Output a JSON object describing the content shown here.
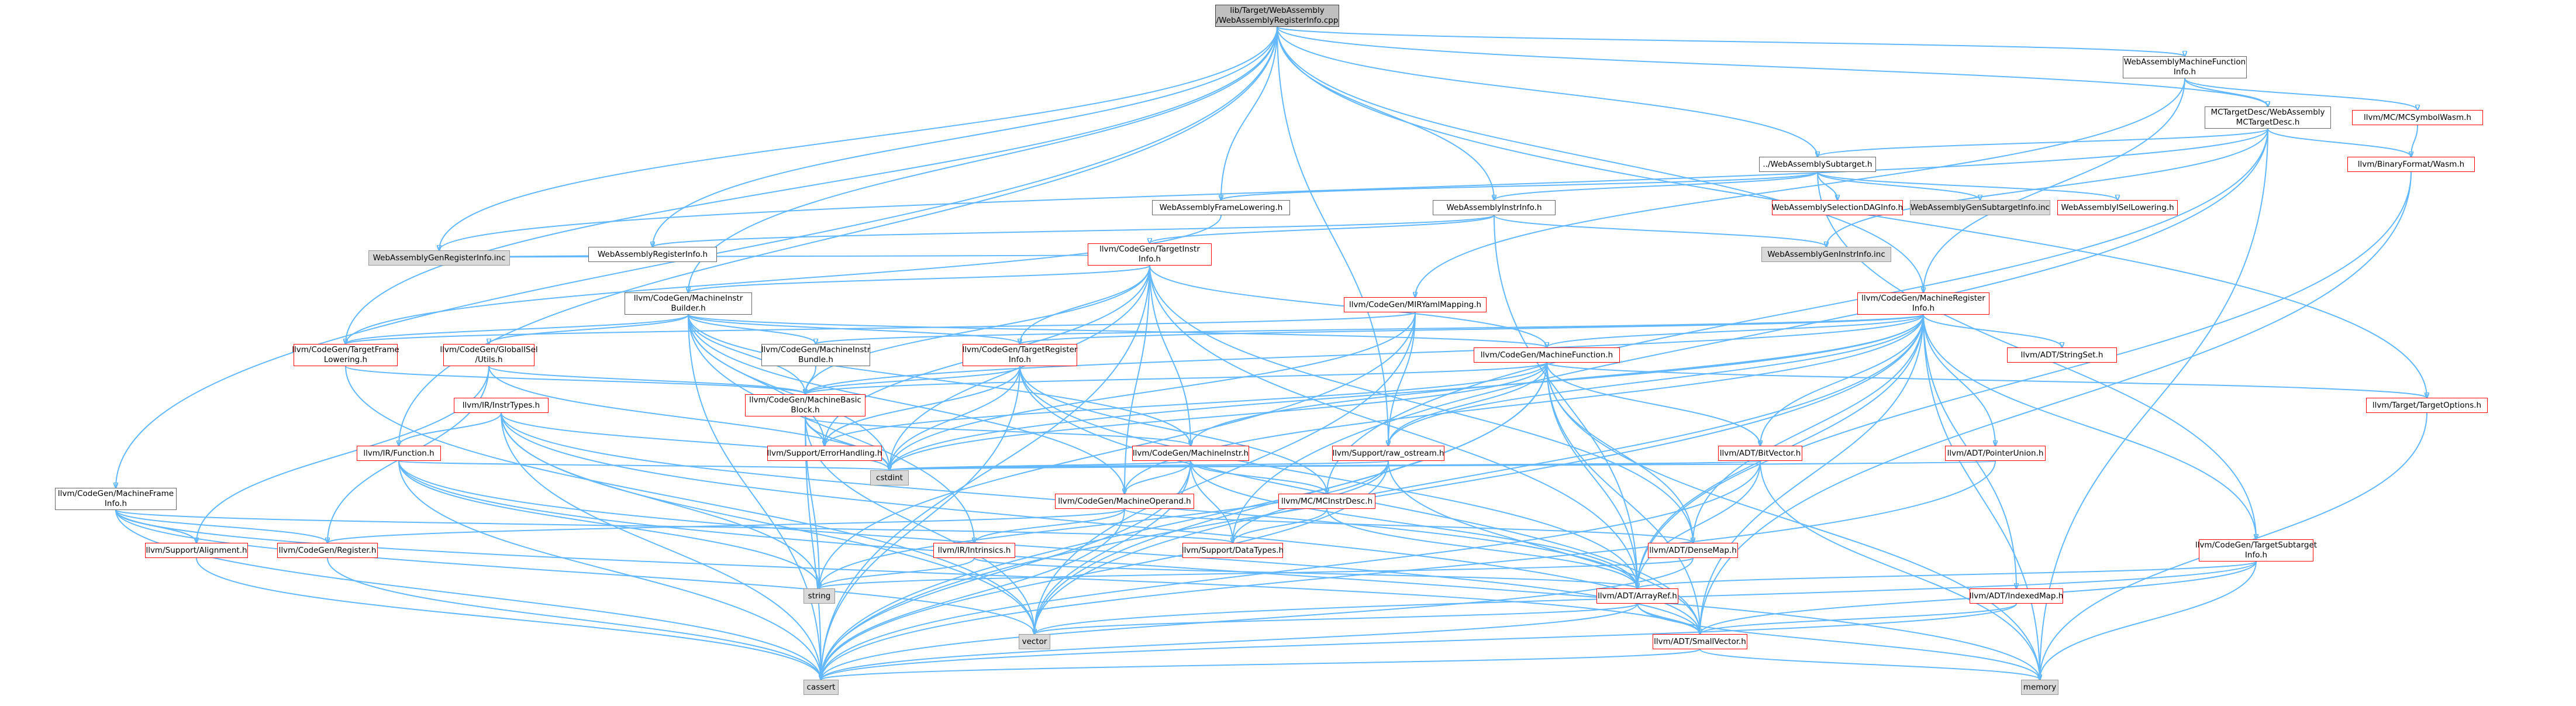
{
  "colors": {
    "edge": "#63b8ff",
    "node_border_default": "#666666",
    "node_border_incomplete": "#ff0000",
    "node_fill_external": "#d9d9d9",
    "node_fill_root": "#bfbfbf"
  },
  "nodes": [
    {
      "id": "root",
      "label": "lib/Target/WebAssembly\n/WebAssemblyRegisterInfo.cpp",
      "style": "root"
    },
    {
      "id": "mffi",
      "label": "WebAssemblyMachineFunction\nInfo.h",
      "style": "plain"
    },
    {
      "id": "mctd",
      "label": "MCTargetDesc/WebAssembly\nMCTargetDesc.h",
      "style": "plain"
    },
    {
      "id": "mcsw",
      "label": "llvm/MC/MCSymbolWasm.h",
      "style": "red"
    },
    {
      "id": "bfw",
      "label": "llvm/BinaryFormat/Wasm.h",
      "style": "red"
    },
    {
      "id": "subtgt",
      "label": "../WebAssemblySubtarget.h",
      "style": "plain"
    },
    {
      "id": "frl",
      "label": "WebAssemblyFrameLowering.h",
      "style": "plain"
    },
    {
      "id": "ii",
      "label": "WebAssemblyInstrInfo.h",
      "style": "plain"
    },
    {
      "id": "sdag",
      "label": "WebAssemblySelectionDAGInfo.h",
      "style": "red"
    },
    {
      "id": "gensub",
      "label": "WebAssemblyGenSubtargetInfo.inc",
      "style": "grey"
    },
    {
      "id": "isel",
      "label": "WebAssemblyISelLowering.h",
      "style": "red"
    },
    {
      "id": "genii",
      "label": "WebAssemblyGenInstrInfo.inc",
      "style": "grey"
    },
    {
      "id": "regi",
      "label": "WebAssemblyRegisterInfo.h",
      "style": "plain"
    },
    {
      "id": "genreg",
      "label": "WebAssemblyGenRegisterInfo.inc",
      "style": "grey"
    },
    {
      "id": "tii",
      "label": "llvm/CodeGen/TargetInstr\nInfo.h",
      "style": "red"
    },
    {
      "id": "mib",
      "label": "llvm/CodeGen/MachineInstr\nBuilder.h",
      "style": "plain"
    },
    {
      "id": "mir",
      "label": "llvm/CodeGen/MIRYamlMapping.h",
      "style": "red"
    },
    {
      "id": "mri",
      "label": "llvm/CodeGen/MachineRegister\nInfo.h",
      "style": "red"
    },
    {
      "id": "tfl",
      "label": "llvm/CodeGen/TargetFrame\nLowering.h",
      "style": "red"
    },
    {
      "id": "gisel",
      "label": "llvm/CodeGen/GlobalISel\n/Utils.h",
      "style": "red"
    },
    {
      "id": "mibundle",
      "label": "llvm/CodeGen/MachineInstr\nBundle.h",
      "style": "plain"
    },
    {
      "id": "tri",
      "label": "llvm/CodeGen/TargetRegister\nInfo.h",
      "style": "red"
    },
    {
      "id": "mf",
      "label": "llvm/CodeGen/MachineFunction.h",
      "style": "red"
    },
    {
      "id": "strset",
      "label": "llvm/ADT/StringSet.h",
      "style": "red"
    },
    {
      "id": "mbb",
      "label": "llvm/CodeGen/MachineBasic\nBlock.h",
      "style": "red"
    },
    {
      "id": "irit",
      "label": "llvm/IR/InstrTypes.h",
      "style": "red"
    },
    {
      "id": "tgtopt",
      "label": "llvm/Target/TargetOptions.h",
      "style": "red"
    },
    {
      "id": "irfn",
      "label": "llvm/IR/Function.h",
      "style": "red"
    },
    {
      "id": "errh",
      "label": "llvm/Support/ErrorHandling.h",
      "style": "red"
    },
    {
      "id": "mi",
      "label": "llvm/CodeGen/MachineInstr.h",
      "style": "red"
    },
    {
      "id": "rawos",
      "label": "llvm/Support/raw_ostream.h",
      "style": "red"
    },
    {
      "id": "bitv",
      "label": "llvm/ADT/BitVector.h",
      "style": "red"
    },
    {
      "id": "ptru",
      "label": "llvm/ADT/PointerUnion.h",
      "style": "red"
    },
    {
      "id": "cstdint",
      "label": "cstdint",
      "style": "grey"
    },
    {
      "id": "mcid",
      "label": "llvm/MC/MCInstrDesc.h",
      "style": "red"
    },
    {
      "id": "mffr",
      "label": "llvm/CodeGen/MachineFrame\nInfo.h",
      "style": "plain"
    },
    {
      "id": "mo",
      "label": "llvm/CodeGen/MachineOperand.h",
      "style": "red"
    },
    {
      "id": "align",
      "label": "llvm/Support/Alignment.h",
      "style": "red"
    },
    {
      "id": "reg",
      "label": "llvm/CodeGen/Register.h",
      "style": "red"
    },
    {
      "id": "dtypes",
      "label": "llvm/Support/DataTypes.h",
      "style": "red"
    },
    {
      "id": "densemap",
      "label": "llvm/ADT/DenseMap.h",
      "style": "red"
    },
    {
      "id": "intrin",
      "label": "llvm/IR/Intrinsics.h",
      "style": "red"
    },
    {
      "id": "tsi",
      "label": "llvm/CodeGen/TargetSubtarget\nInfo.h",
      "style": "red"
    },
    {
      "id": "string",
      "label": "string",
      "style": "grey"
    },
    {
      "id": "arrayref",
      "label": "llvm/ADT/ArrayRef.h",
      "style": "red"
    },
    {
      "id": "idxmap",
      "label": "llvm/ADT/IndexedMap.h",
      "style": "red"
    },
    {
      "id": "vector",
      "label": "vector",
      "style": "grey"
    },
    {
      "id": "smallvec",
      "label": "llvm/ADT/SmallVector.h",
      "style": "red"
    },
    {
      "id": "cassert",
      "label": "cassert",
      "style": "grey"
    },
    {
      "id": "memory",
      "label": "memory",
      "style": "grey"
    }
  ],
  "edges": [
    [
      "root",
      "mffi"
    ],
    [
      "root",
      "mctd"
    ],
    [
      "root",
      "subtgt"
    ],
    [
      "root",
      "frl"
    ],
    [
      "root",
      "ii"
    ],
    [
      "root",
      "regi"
    ],
    [
      "root",
      "genreg"
    ],
    [
      "root",
      "mib"
    ],
    [
      "root",
      "tfl"
    ],
    [
      "root",
      "irfn"
    ],
    [
      "root",
      "mffr"
    ],
    [
      "root",
      "rawos"
    ],
    [
      "root",
      "tgtopt"
    ],
    [
      "root",
      "mri"
    ],
    [
      "mffi",
      "mctd"
    ],
    [
      "mffi",
      "mcsw"
    ],
    [
      "mffi",
      "mri"
    ],
    [
      "mffi",
      "mir"
    ],
    [
      "mcsw",
      "bfw"
    ],
    [
      "mctd",
      "bfw"
    ],
    [
      "mctd",
      "subtgt"
    ],
    [
      "mctd",
      "genii"
    ],
    [
      "mctd",
      "genreg"
    ],
    [
      "mctd",
      "memory"
    ],
    [
      "mctd",
      "dtypes"
    ],
    [
      "mctd",
      "mcid"
    ],
    [
      "bfw",
      "arrayref"
    ],
    [
      "bfw",
      "smallvec"
    ],
    [
      "subtgt",
      "frl"
    ],
    [
      "subtgt",
      "ii"
    ],
    [
      "subtgt",
      "sdag"
    ],
    [
      "subtgt",
      "gensub"
    ],
    [
      "subtgt",
      "isel"
    ],
    [
      "subtgt",
      "tsi"
    ],
    [
      "frl",
      "tfl"
    ],
    [
      "ii",
      "genii"
    ],
    [
      "ii",
      "tii"
    ],
    [
      "ii",
      "regi"
    ],
    [
      "ii",
      "arrayref"
    ],
    [
      "regi",
      "genreg"
    ],
    [
      "tii",
      "mib"
    ],
    [
      "tii",
      "mf"
    ],
    [
      "tii",
      "mbb"
    ],
    [
      "tii",
      "mi"
    ],
    [
      "tii",
      "mo"
    ],
    [
      "tii",
      "tri"
    ],
    [
      "tii",
      "cstdint"
    ],
    [
      "tii",
      "errh"
    ],
    [
      "tii",
      "densemap"
    ],
    [
      "tii",
      "arrayref"
    ],
    [
      "tii",
      "genreg"
    ],
    [
      "tii",
      "cassert"
    ],
    [
      "mib",
      "tfl"
    ],
    [
      "mib",
      "gisel"
    ],
    [
      "mib",
      "mibundle"
    ],
    [
      "mib",
      "mf"
    ],
    [
      "mib",
      "mbb"
    ],
    [
      "mib",
      "mi"
    ],
    [
      "mib",
      "mo"
    ],
    [
      "mib",
      "errh"
    ],
    [
      "mib",
      "cstdint"
    ],
    [
      "mib",
      "cassert"
    ],
    [
      "mib",
      "intrin"
    ],
    [
      "mib",
      "tri"
    ],
    [
      "mir",
      "cstdint"
    ],
    [
      "mir",
      "rawos"
    ],
    [
      "mir",
      "string"
    ],
    [
      "mir",
      "vector"
    ],
    [
      "mir",
      "tfl"
    ],
    [
      "mri",
      "mf"
    ],
    [
      "mri",
      "mbb"
    ],
    [
      "mri",
      "mi"
    ],
    [
      "mri",
      "mo"
    ],
    [
      "mri",
      "strset"
    ],
    [
      "mri",
      "bitv"
    ],
    [
      "mri",
      "ptru"
    ],
    [
      "mri",
      "idxmap"
    ],
    [
      "mri",
      "densemap"
    ],
    [
      "mri",
      "arrayref"
    ],
    [
      "mri",
      "smallvec"
    ],
    [
      "mri",
      "tsi"
    ],
    [
      "mri",
      "tri"
    ],
    [
      "mri",
      "mibundle"
    ],
    [
      "mri",
      "cassert"
    ],
    [
      "mri",
      "cstdint"
    ],
    [
      "mri",
      "memory"
    ],
    [
      "mri",
      "vector"
    ],
    [
      "mri",
      "rawos"
    ],
    [
      "tfl",
      "mbb"
    ],
    [
      "tfl",
      "vector"
    ],
    [
      "gisel",
      "mbb"
    ],
    [
      "gisel",
      "reg"
    ],
    [
      "gisel",
      "align"
    ],
    [
      "gisel",
      "cstdint"
    ],
    [
      "mibundle",
      "mbb"
    ],
    [
      "tri",
      "mbb"
    ],
    [
      "tri",
      "mcid"
    ],
    [
      "tri",
      "cstdint"
    ],
    [
      "tri",
      "smallvec"
    ],
    [
      "tri",
      "arrayref"
    ],
    [
      "tri",
      "errh"
    ],
    [
      "tri",
      "cassert"
    ],
    [
      "mf",
      "mbb"
    ],
    [
      "mf",
      "tgtopt"
    ],
    [
      "mf",
      "bitv"
    ],
    [
      "mf",
      "densemap"
    ],
    [
      "mf",
      "arrayref"
    ],
    [
      "mf",
      "smallvec"
    ],
    [
      "mf",
      "rawos"
    ],
    [
      "mf",
      "cassert"
    ],
    [
      "mf",
      "cstdint"
    ],
    [
      "mf",
      "memory"
    ],
    [
      "mf",
      "vector"
    ],
    [
      "mf",
      "errh"
    ],
    [
      "mbb",
      "mi"
    ],
    [
      "mbb",
      "errh"
    ],
    [
      "mbb",
      "cstdint"
    ],
    [
      "mbb",
      "cassert"
    ],
    [
      "mbb",
      "string"
    ],
    [
      "mbb",
      "vector"
    ],
    [
      "irit",
      "irfn"
    ],
    [
      "irit",
      "cstdint"
    ],
    [
      "irit",
      "string"
    ],
    [
      "irit",
      "vector"
    ],
    [
      "irit",
      "cassert"
    ],
    [
      "irit",
      "arrayref"
    ],
    [
      "irit",
      "smallvec"
    ],
    [
      "irfn",
      "cassert"
    ],
    [
      "irfn",
      "cstdint"
    ],
    [
      "irfn",
      "string"
    ],
    [
      "irfn",
      "memory"
    ],
    [
      "irfn",
      "smallvec"
    ],
    [
      "mi",
      "mo"
    ],
    [
      "mi",
      "mcid"
    ],
    [
      "mi",
      "cassert"
    ],
    [
      "mi",
      "cstdint"
    ],
    [
      "mi",
      "vector"
    ],
    [
      "mi",
      "dtypes"
    ],
    [
      "mi",
      "arrayref"
    ],
    [
      "rawos",
      "cstdint"
    ],
    [
      "rawos",
      "string"
    ],
    [
      "rawos",
      "cassert"
    ],
    [
      "rawos",
      "dtypes"
    ],
    [
      "rawos",
      "smallvec"
    ],
    [
      "bitv",
      "arrayref"
    ],
    [
      "bitv",
      "cassert"
    ],
    [
      "bitv",
      "cstdint"
    ],
    [
      "bitv",
      "memory"
    ],
    [
      "ptru",
      "cassert"
    ],
    [
      "ptru",
      "cstdint"
    ],
    [
      "mcid",
      "dtypes"
    ],
    [
      "mcid",
      "arrayref"
    ],
    [
      "mffr",
      "align"
    ],
    [
      "mffr",
      "reg"
    ],
    [
      "mffr",
      "vector"
    ],
    [
      "mffr",
      "cassert"
    ],
    [
      "mffr",
      "smallvec"
    ],
    [
      "mffr",
      "dtypes"
    ],
    [
      "mo",
      "reg"
    ],
    [
      "mo",
      "intrin"
    ],
    [
      "mo",
      "densemap"
    ],
    [
      "mo",
      "cassert"
    ],
    [
      "align",
      "cassert"
    ],
    [
      "reg",
      "cassert"
    ],
    [
      "densemap",
      "cassert"
    ],
    [
      "densemap",
      "string"
    ],
    [
      "intrin",
      "string"
    ],
    [
      "intrin",
      "arrayref"
    ],
    [
      "tsi",
      "arrayref"
    ],
    [
      "tsi",
      "vector"
    ],
    [
      "tsi",
      "memory"
    ],
    [
      "tsi",
      "smallvec"
    ],
    [
      "arrayref",
      "cassert"
    ],
    [
      "arrayref",
      "vector"
    ],
    [
      "arrayref",
      "memory"
    ],
    [
      "arrayref",
      "smallvec"
    ],
    [
      "idxmap",
      "cassert"
    ],
    [
      "idxmap",
      "smallvec"
    ],
    [
      "smallvec",
      "cassert"
    ],
    [
      "smallvec",
      "memory"
    ],
    [
      "tgtopt",
      "memory"
    ]
  ]
}
